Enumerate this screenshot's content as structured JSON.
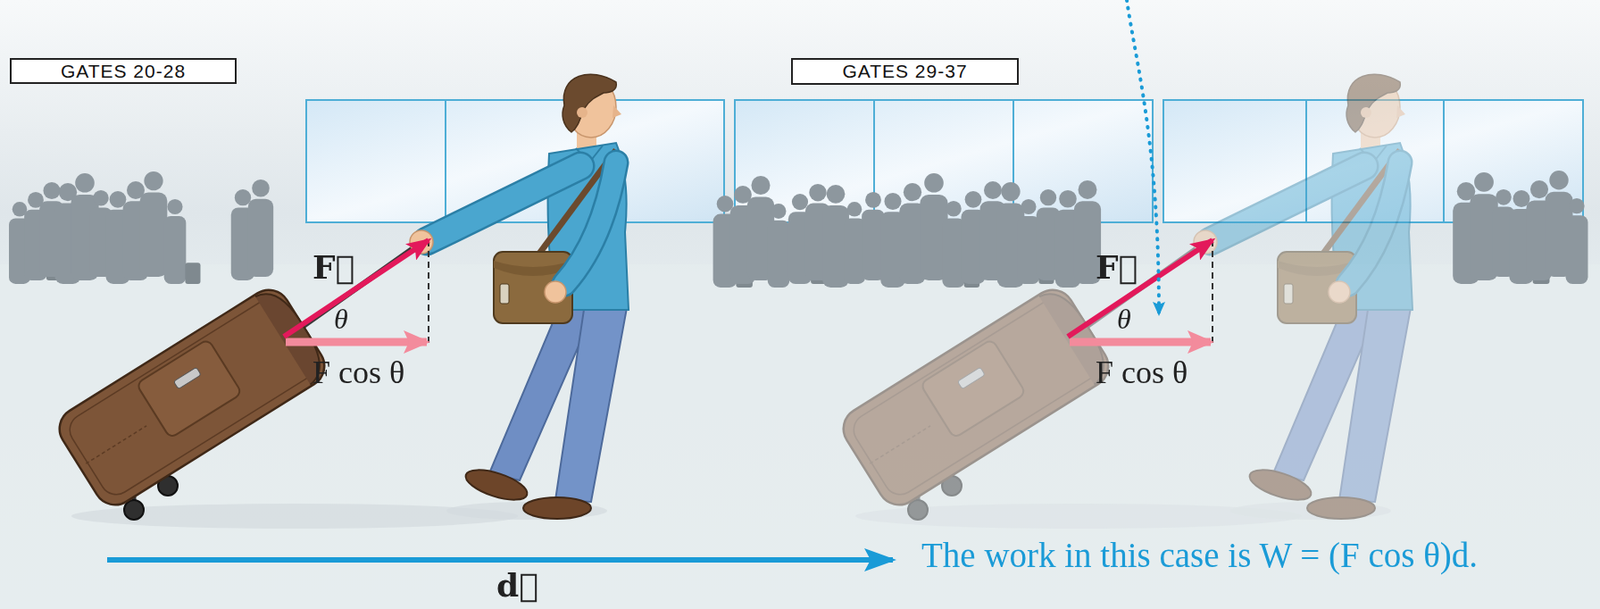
{
  "diagram": {
    "nodes": [
      {
        "text": [
          "GATES 20-28"
        ]
      },
      {
        "text": [
          "GATES 29-37"
        ]
      }
    ],
    "labels": [
      "F⃗",
      "θ",
      "F cos θ",
      "F⃗",
      "θ",
      "F cos θ",
      "The work in this case is W = (F cos θ)d.",
      "d⃗"
    ]
  }
}
